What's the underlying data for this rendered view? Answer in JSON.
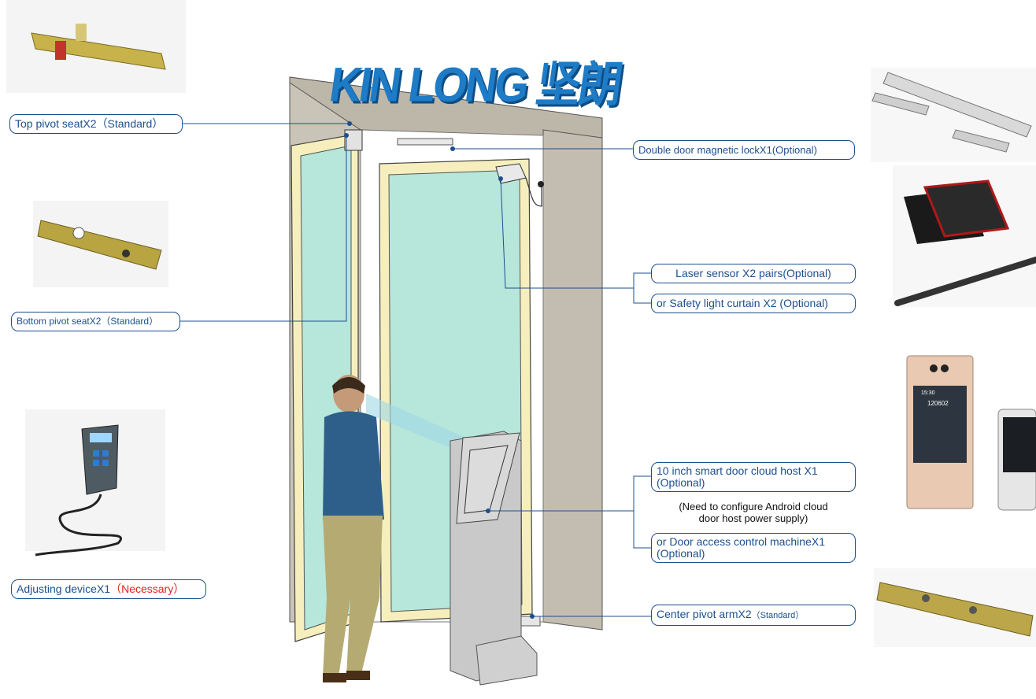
{
  "brand": {
    "logo_text": "KIN LONG 坚朗"
  },
  "callouts": {
    "top_pivot": {
      "name": "Top pivot seatX2",
      "tag": "（Standard）"
    },
    "bottom_pivot": {
      "name": "Bottom pivot seatX2",
      "tag": "（Standard）"
    },
    "adjusting": {
      "name": "Adjusting deviceX1",
      "tag": "（Necessary）"
    },
    "magnetic_lock": {
      "name": "Double door magnetic lockX1(Optional)"
    },
    "laser_sensor": {
      "name": "Laser sensor X2 pairs(Optional)"
    },
    "light_curtain": {
      "name": "or Safety light curtain X2 (Optional)"
    },
    "cloud_host": {
      "line1": "10 inch smart door cloud host X1",
      "line2": "(Optional)"
    },
    "cloud_host_note": {
      "line1": "(Need to configure Android cloud",
      "line2": "door host power supply)"
    },
    "access_control": {
      "line1": "or Door access control machineX1",
      "line2": "(Optional)"
    },
    "center_pivot": {
      "name": "Center pivot armX2",
      "tag": "（Standard）"
    }
  },
  "device_screen": {
    "time": "15:30",
    "code": "120602"
  }
}
